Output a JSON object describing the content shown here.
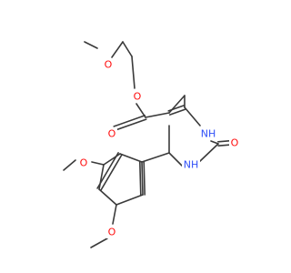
{
  "molecule": {
    "colors": {
      "bond": "#3a3a3a",
      "oxygen": "#ff0d0d",
      "nitrogen": "#3050f8",
      "background": "#ffffff"
    },
    "labels": {
      "o_ether_top": "O",
      "o_ester_single": "O",
      "o_ester_carbonyl": "O",
      "nh_top": "NH",
      "nh_bottom": "NH",
      "o_urea": "O",
      "o_methoxy_upper": "O",
      "o_methoxy_lower": "O"
    }
  }
}
